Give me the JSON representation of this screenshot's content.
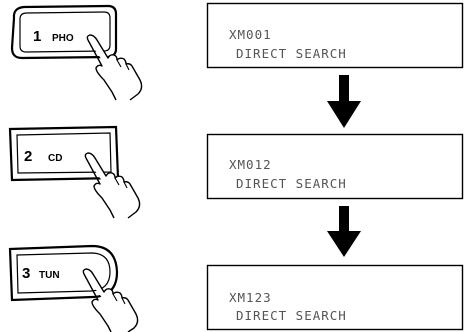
{
  "buttons": [
    {
      "number": "1",
      "name": "PHO"
    },
    {
      "number": "2",
      "name": "CD"
    },
    {
      "number": "3",
      "name": "TUN"
    }
  ],
  "displays": [
    {
      "line1": "XM001",
      "line2": "DIRECT SEARCH"
    },
    {
      "line1": "XM012",
      "line2": "DIRECT SEARCH"
    },
    {
      "line1": "XM123",
      "line2": "DIRECT SEARCH"
    }
  ],
  "colors": {
    "ink": "#000000",
    "display_text": "#555555",
    "background": "#ffffff"
  }
}
